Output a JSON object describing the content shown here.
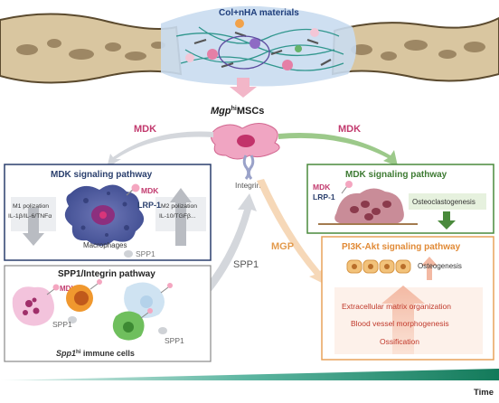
{
  "top_panel": {
    "title": "Col+nHA materials"
  },
  "center": {
    "title_italic": "Mgp",
    "title_sup": "hi",
    "title_rest": "MSCs",
    "integrin_label": "Integrin"
  },
  "arrows": {
    "mdk_left": "MDK",
    "mdk_right": "MDK",
    "mgp": "MGP",
    "spp1": "SPP1"
  },
  "mdk_left_panel": {
    "title": "MDK signaling pathway",
    "m1_line1": "M1 polization",
    "m1_line2": "IL-1β/IL-6/TNFα",
    "m2_line1": "M2 polization",
    "m2_line2": "IL-10/TGFβ...",
    "mdk": "MDK",
    "lrp1": "LRP-1",
    "macrophages": "Macrophages",
    "spp1": "SPP1"
  },
  "spp1_panel": {
    "title": "SPP1/Integrin pathway",
    "mdk": "MDK",
    "spp1_a": "SPP1",
    "spp1_b": "SPP1",
    "caption_italic": "Spp1",
    "caption_sup": "hi",
    "caption_rest": " immune cells"
  },
  "mdk_right_panel": {
    "title": "MDK signaling pathway",
    "mdk": "MDK",
    "lrp1": "LRP-1",
    "osteoclastogenesis": "Osteoclastogenesis"
  },
  "pi3k_panel": {
    "title": "PI3K-Akt signaling pathway",
    "osteogenesis": "Osteogenesis",
    "items": [
      "Extracellular matrix organization",
      "Blood vessel morphogenesis",
      "Ossification"
    ]
  },
  "timeline": {
    "label": "Time"
  },
  "colors": {
    "navy": "#2a3f6d",
    "green": "#4a8a3c",
    "orange": "#e8a25a",
    "magenta": "#c23a6e",
    "grey_arrow": "#c8ccd0"
  }
}
